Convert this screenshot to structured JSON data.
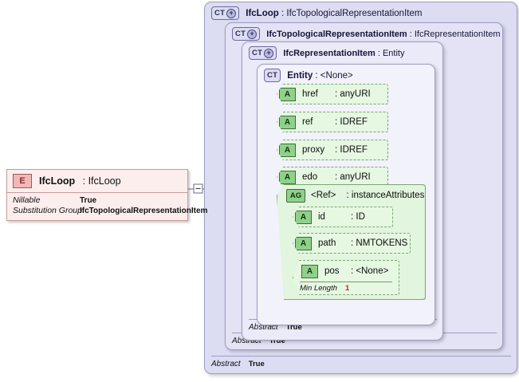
{
  "element_box": {
    "badge": "E",
    "name": "IfcLoop",
    "type": ": IfcLoop",
    "properties": [
      {
        "key": "Nillable",
        "value": "True"
      },
      {
        "key": "Substitution Group",
        "value": "IfcTopologicalRepresentationItem"
      }
    ]
  },
  "containers": [
    {
      "badge": "CT",
      "has_plus": true,
      "name": "IfcLoop",
      "type": ": IfcTopologicalRepresentationItem",
      "abstract_key": "Abstract",
      "abstract_value": "True"
    },
    {
      "badge": "CT",
      "has_plus": true,
      "name": "IfcTopologicalRepresentationItem",
      "type": ": IfcRepresentationItem",
      "abstract_key": "Abstract",
      "abstract_value": "True"
    },
    {
      "badge": "CT",
      "has_plus": true,
      "name": "IfcRepresentationItem",
      "type": ": Entity",
      "abstract_key": "Abstract",
      "abstract_value": "True"
    },
    {
      "badge": "CT",
      "has_plus": false,
      "name": "Entity",
      "type": ": <None>"
    }
  ],
  "attributes": [
    {
      "badge": "A",
      "name": "href",
      "type": ": anyURI"
    },
    {
      "badge": "A",
      "name": "ref",
      "type": ": IDREF"
    },
    {
      "badge": "A",
      "name": "proxy",
      "type": ": IDREF"
    },
    {
      "badge": "A",
      "name": "edo",
      "type": ": anyURI"
    }
  ],
  "attribute_group": {
    "badge": "AG",
    "name": "<Ref>",
    "type": ": instanceAttributes",
    "members": [
      {
        "badge": "A",
        "name": "id",
        "type": ": ID"
      },
      {
        "badge": "A",
        "name": "path",
        "type": ": NMTOKENS"
      },
      {
        "badge": "A",
        "name": "pos",
        "type": ": <None>",
        "facet_key": "Min Length",
        "facet_value": "1"
      }
    ]
  },
  "colors": {
    "element_fill": "#fdeeee",
    "element_badge": "#f2b8b8",
    "container_fill": "#dcdcf2",
    "attribute_fill": "#e6f7e2",
    "attribute_badge": "#8fd18a",
    "facet_value": "#cc2222"
  }
}
